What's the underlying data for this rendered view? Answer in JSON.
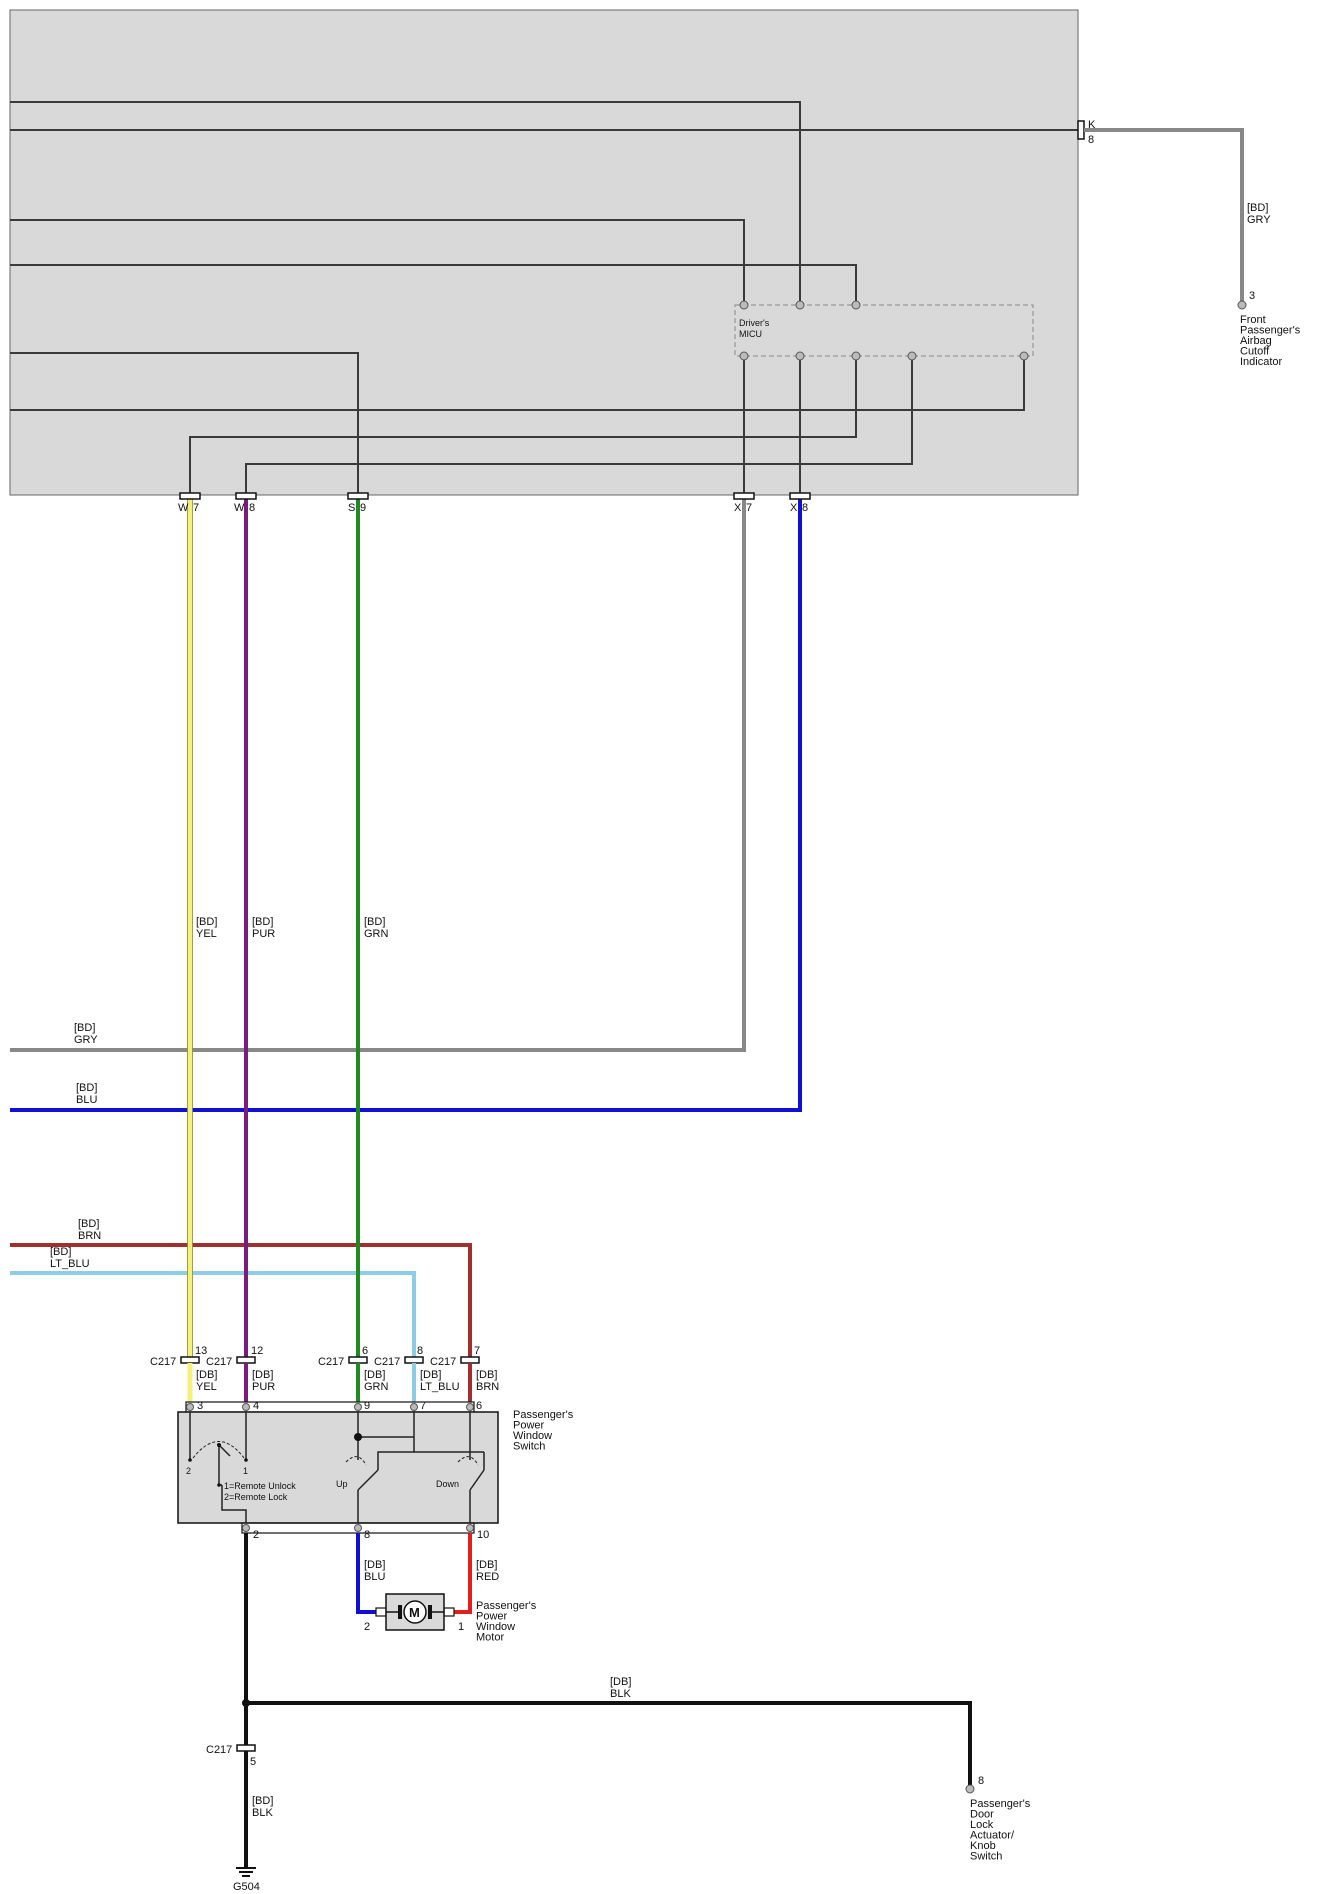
{
  "colors": {
    "panel": "#d9d9d9",
    "wire_dark": "#3a3a3a",
    "yel": "#f5f07a",
    "pur": "#7b1a80",
    "grn": "#1f8a1f",
    "gry": "#888888",
    "blu": "#1010d0",
    "brn": "#a03030",
    "lt_blu": "#8ecde8",
    "red": "#e02020",
    "blk": "#111111"
  },
  "module": {
    "name_line1": "Driver's",
    "name_line2": "MICU"
  },
  "connectors": {
    "k": {
      "letter": "K",
      "pin": "8"
    },
    "w7": {
      "letter": "W",
      "pin": "7"
    },
    "w8": {
      "letter": "W",
      "pin": "8"
    },
    "s9": {
      "letter": "S",
      "pin": "9"
    },
    "x7": {
      "letter": "X",
      "pin": "7"
    },
    "x8": {
      "letter": "X",
      "pin": "8"
    }
  },
  "wires": {
    "airbag_gry": {
      "harness": "[BD]",
      "color": "GRY"
    },
    "yel": {
      "harness": "[BD]",
      "color": "YEL"
    },
    "pur": {
      "harness": "[BD]",
      "color": "PUR"
    },
    "grn": {
      "harness": "[BD]",
      "color": "GRN"
    },
    "gry": {
      "harness": "[BD]",
      "color": "GRY"
    },
    "blu": {
      "harness": "[BD]",
      "color": "BLU"
    },
    "brn": {
      "harness": "[BD]",
      "color": "BRN"
    },
    "lt_blu": {
      "harness": "[BD]",
      "color": "LT_BLU"
    },
    "db_yel": {
      "harness": "[DB]",
      "color": "YEL"
    },
    "db_pur": {
      "harness": "[DB]",
      "color": "PUR"
    },
    "db_grn": {
      "harness": "[DB]",
      "color": "GRN"
    },
    "db_lt_blu": {
      "harness": "[DB]",
      "color": "LT_BLU"
    },
    "db_brn": {
      "harness": "[DB]",
      "color": "BRN"
    },
    "db_blu": {
      "harness": "[DB]",
      "color": "BLU"
    },
    "db_red": {
      "harness": "[DB]",
      "color": "RED"
    },
    "db_blk": {
      "harness": "[DB]",
      "color": "BLK"
    },
    "bd_blk": {
      "harness": "[BD]",
      "color": "BLK"
    }
  },
  "c217": {
    "label": "C217",
    "pins": {
      "yel": "13",
      "pur": "12",
      "grn": "6",
      "lt_blu": "8",
      "brn": "7",
      "ground": "5"
    }
  },
  "airbag_indicator": {
    "pin": "3",
    "lines": [
      "Front",
      "Passenger's",
      "Airbag",
      "Cutoff",
      "Indicator"
    ]
  },
  "window_switch": {
    "lines": [
      "Passenger's",
      "Power",
      "Window",
      "Switch"
    ],
    "top_pins": {
      "yel": "3",
      "pur": "4",
      "grn": "9",
      "lt_blu": "7",
      "brn": "6"
    },
    "bottom_pins": {
      "ground": "2",
      "blu": "8",
      "red": "10"
    },
    "lock_contacts": {
      "a": "2",
      "b": "1"
    },
    "legend": [
      "1=Remote Unlock",
      "2=Remote Lock"
    ],
    "up_label": "Up",
    "down_label": "Down"
  },
  "window_motor": {
    "symbol": "M",
    "pin_left": "2",
    "pin_right": "1",
    "lines": [
      "Passenger's",
      "Power",
      "Window",
      "Motor"
    ]
  },
  "door_lock": {
    "pin": "8",
    "lines": [
      "Passenger's",
      "Door",
      "Lock",
      "Actuator/",
      "Knob",
      "Switch"
    ]
  },
  "ground": {
    "label": "G504"
  }
}
